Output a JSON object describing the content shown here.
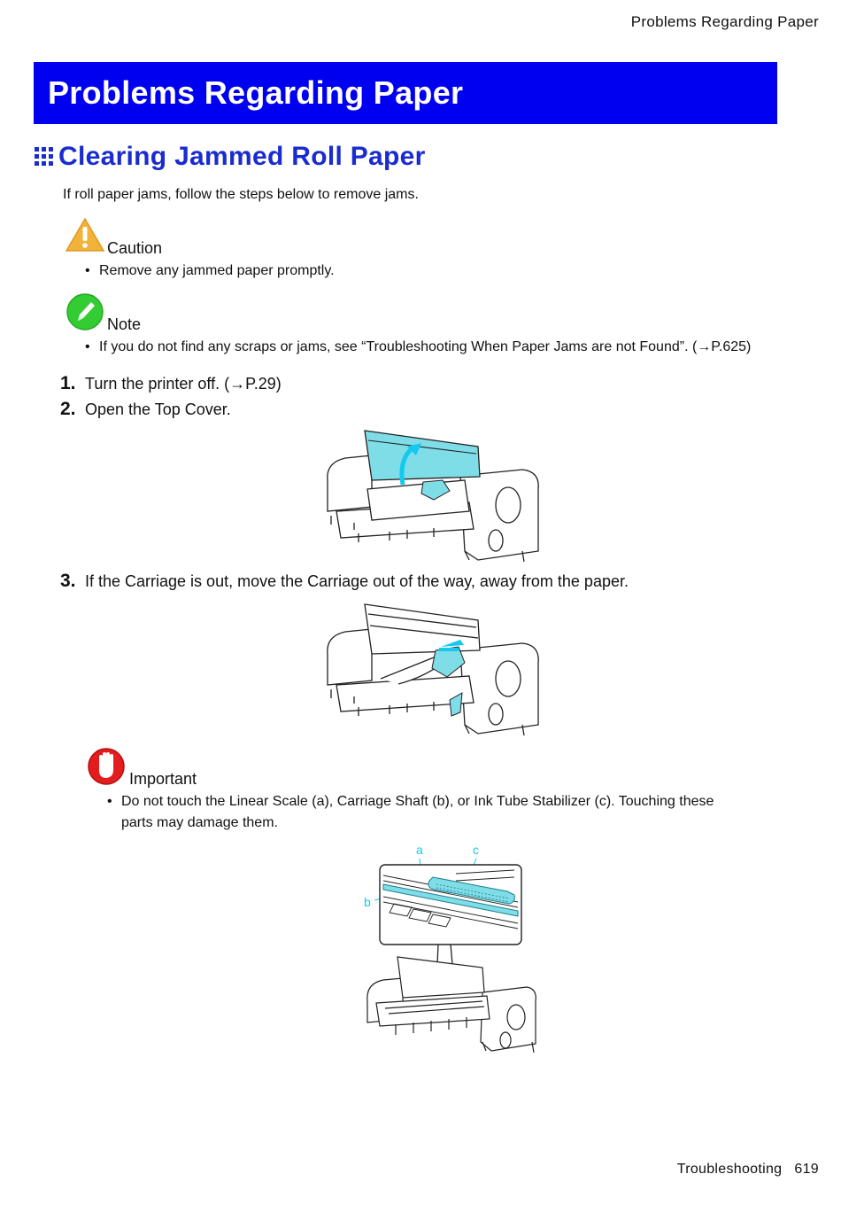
{
  "header": {
    "running_title": "Problems Regarding Paper"
  },
  "banner": {
    "title": "Problems Regarding Paper",
    "color": "#0000f0"
  },
  "section": {
    "title": "Clearing Jammed Roll Paper",
    "color": "#1a2bd0"
  },
  "intro": "If roll paper jams, follow the steps below to remove jams.",
  "caution": {
    "label": "Caution",
    "bullets": [
      "Remove any jammed paper promptly."
    ]
  },
  "note": {
    "label": "Note",
    "bullets": [
      "If you do not find any scraps or jams, see “Troubleshooting When Paper Jams are not Found”. (→P.625)"
    ]
  },
  "steps": [
    {
      "num": "1.",
      "text": "Turn the printer off.  (→P.29)"
    },
    {
      "num": "2.",
      "text": "Open the Top Cover."
    },
    {
      "num": "3.",
      "text": "If the Carriage is out, move the Carriage out of the way, away from the paper."
    }
  ],
  "important": {
    "label": "Important",
    "bullet_line1": "Do not touch the Linear Scale (a), Carriage Shaft (b), or Ink Tube Stabilizer (c).  Touching these",
    "bullet_line2": "parts may damage them.",
    "callouts": {
      "a": "a",
      "b": "b",
      "c": "c"
    }
  },
  "footer": {
    "section": "Troubleshooting",
    "page": "619"
  },
  "icons": {
    "caution": "warning-triangle-icon",
    "note": "pencil-note-icon",
    "important": "stop-hand-icon",
    "section": "grid-squares-icon"
  },
  "colors": {
    "highlight": "#7fdde8",
    "callout": "#14c8f0"
  }
}
